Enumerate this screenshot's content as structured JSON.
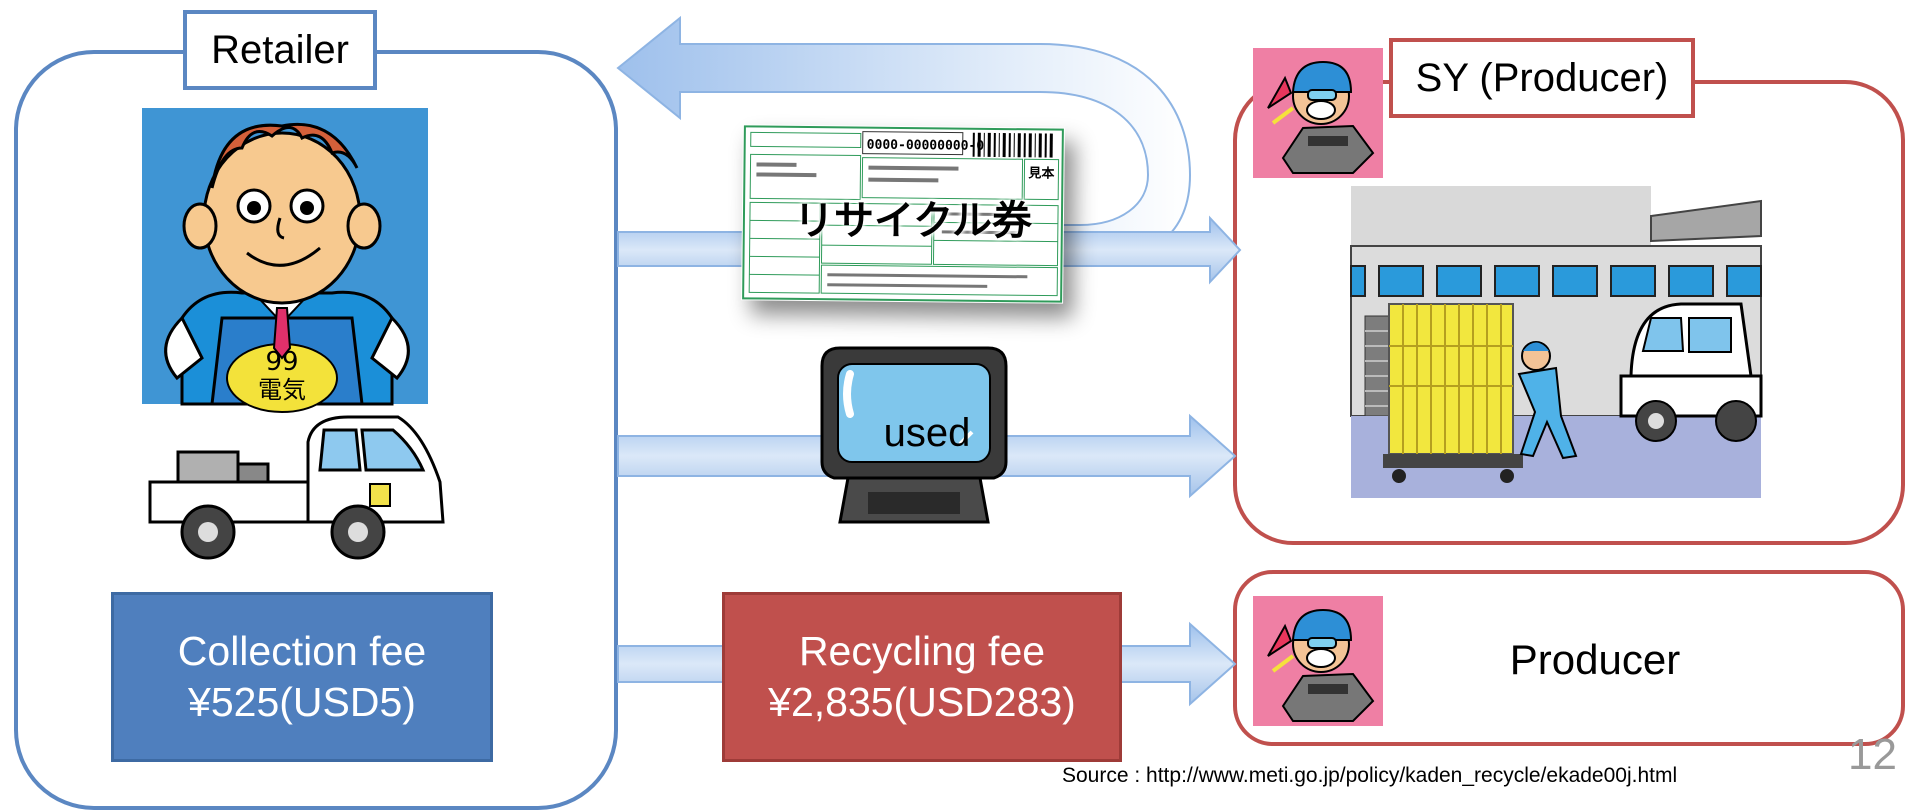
{
  "retailer": {
    "label": "Retailer",
    "collection_fee": {
      "line1": "Collection fee",
      "line2": "¥525(USD5)"
    }
  },
  "producer_sy": {
    "label": "SY (Producer)"
  },
  "producer": {
    "label": "Producer"
  },
  "recycling_fee": {
    "line1": "Recycling fee",
    "line2": "¥2,835(USD283)"
  },
  "ticket": {
    "title": "リサイクル券",
    "number": "0000-00000000-0",
    "stamp_text": "見本"
  },
  "tv": {
    "label": "used"
  },
  "source": "Source : http://www.meti.go.jp/policy/kaden_recycle/ekade00j.html",
  "page_number": "12",
  "colors": {
    "retailer_blue": "#5b87c2",
    "collection_fee_fill": "#4f7fbe",
    "producer_red": "#c0504d",
    "recycling_fee_fill": "#c0504d",
    "arrow_fill": "#c6d9f1",
    "arrow_stroke": "#8eb4e3"
  }
}
